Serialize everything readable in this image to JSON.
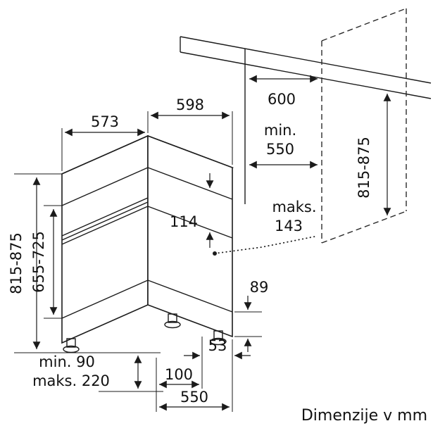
{
  "diagram": {
    "caption": "Dimenzije v mm",
    "labels": {
      "width": "573",
      "depth": "598",
      "niche_depth": "600",
      "niche_min_prefix": "min.",
      "niche_min_depth": "550",
      "total_height": "815-875",
      "front_height": "655-725",
      "panel_height": "114",
      "door_proj_prefix": "maks.",
      "door_projection": "143",
      "base_recess": "89",
      "foot_offset": "53",
      "plinth_min": "min. 90",
      "plinth_max": "maks. 220",
      "foot_depth": "100",
      "base_depth": "550",
      "niche_height": "815-875"
    }
  }
}
